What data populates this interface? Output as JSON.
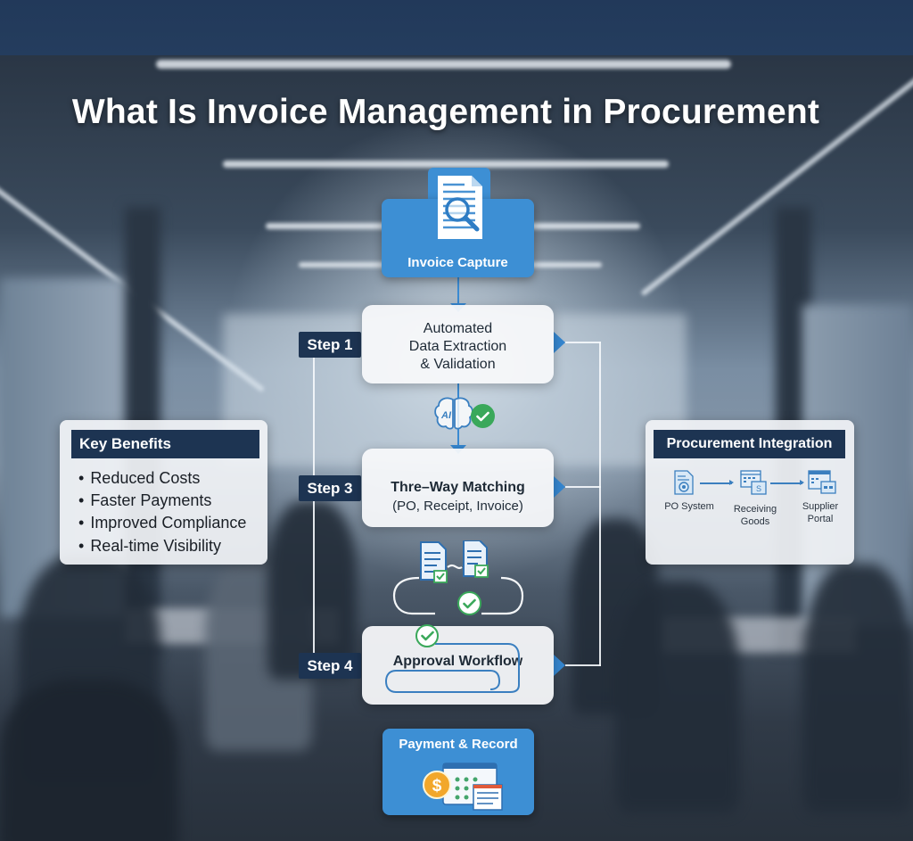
{
  "title": "What Is Invoice Management in Procurement",
  "colors": {
    "top_band": "#22395a",
    "accent_blue": "#3d8fd4",
    "navy": "#1d3452",
    "check_green": "#3aa85a",
    "coin_orange": "#f2a72b",
    "card_bg": "#f6f8fa"
  },
  "flow": {
    "start": {
      "label": "Invoice Capture",
      "icon": "document-magnifier-icon"
    },
    "steps": [
      {
        "badge": "Step 1",
        "lines": [
          "Automated",
          "Data Extraction",
          "& Validation"
        ],
        "icon": "ai-brain-check-icon"
      },
      {
        "badge": "Step 3",
        "lines": [
          "Thre–Way Matching",
          "(PO, Receipt, Invoice)"
        ],
        "icon": "document-match-icon"
      },
      {
        "badge": "Step 4",
        "lines": [
          "Approval Workflow"
        ],
        "icon": "workflow-check-icon"
      }
    ],
    "end": {
      "label": "Payment & Record",
      "icon": "payment-ledger-icon"
    },
    "ai_label": "AI"
  },
  "key_benefits": {
    "header": "Key Benefits",
    "items": [
      "Reduced Costs",
      "Faster Payments",
      "Improved Compliance",
      "Real-time Visibility"
    ]
  },
  "procurement_integration": {
    "header": "Procurement Integration",
    "nodes": [
      {
        "label_lines": [
          "PO System"
        ],
        "icon": "po-document-icon"
      },
      {
        "label_lines": [
          "Receiving",
          "Goods"
        ],
        "icon": "receiving-window-icon"
      },
      {
        "label_lines": [
          "Supplier",
          "Portal"
        ],
        "icon": "supplier-portal-icon"
      }
    ]
  }
}
